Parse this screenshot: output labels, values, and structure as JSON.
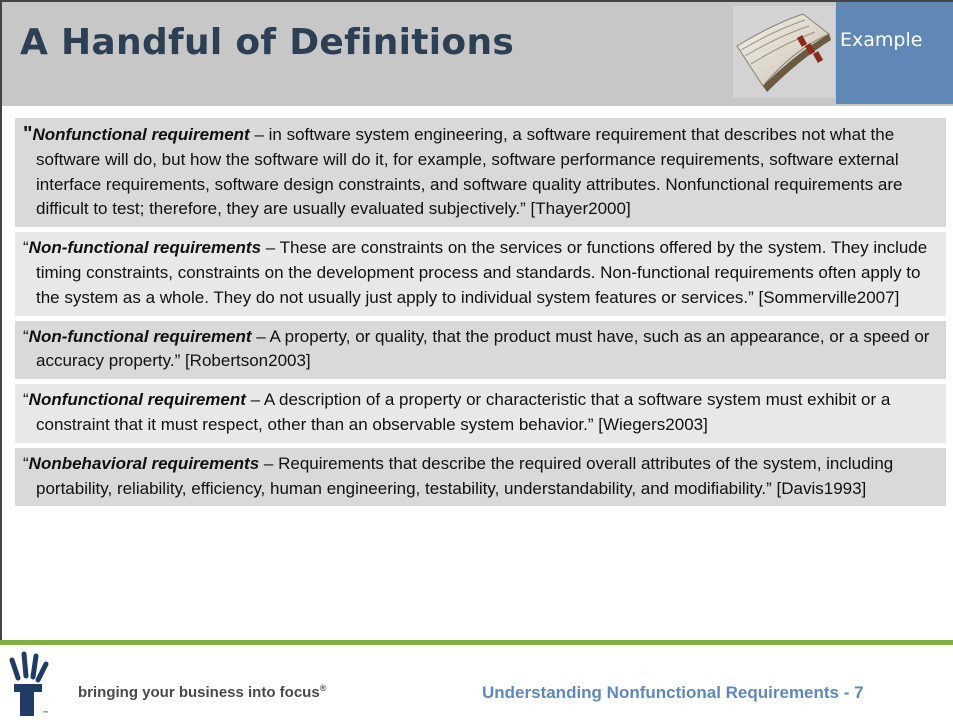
{
  "slide": {
    "title": "A Handful of Definitions",
    "tab_label": "Example"
  },
  "definitions": [
    {
      "open_quote": "\"",
      "term": "Nonfunctional requirement",
      "text": " – in software system engineering, a software requirement that describes not what the software will do, but how the software will do it, for example, software performance requirements, software external interface requirements, software design constraints, and software quality attributes.  Nonfunctional requirements are difficult to test; therefore, they are usually evaluated subjectively.”  [Thayer2000]"
    },
    {
      "open_quote": "“",
      "term": "Non-functional requirements",
      "text": " – These are constraints on the services or functions offered by the system.  They include timing constraints, constraints on the development process and standards.  Non-functional requirements often apply to the system as a whole.  They do not usually just apply to individual system features or services.” [Sommerville2007]"
    },
    {
      "open_quote": "“",
      "term": "Non-functional requirement",
      "text": " – A property, or quality, that the product must have, such as an appearance, or a speed or accuracy property.” [Robertson2003]"
    },
    {
      "open_quote": "“",
      "term": "Nonfunctional requirement",
      "text": " – A description of a property or characteristic that a software system must exhibit or a constraint that it must respect, other than an observable system behavior.” [Wiegers2003]"
    },
    {
      "open_quote": "“",
      "term": "Nonbehavioral requirements",
      "text": " – Requirements that describe the required overall attributes of the system, including portability, reliability, efficiency, human engineering, testability, understandability, and modifiability.” [Davis1993]"
    }
  ],
  "footer": {
    "tagline": "bringing your business into focus",
    "registered_mark": "®",
    "logo_tm": "™",
    "slide_title": "Understanding Nonfunctional Requirements  -  7"
  },
  "colors": {
    "title": "#2c3f53",
    "tab": "#5f88b6",
    "accent_green": "#7fb143",
    "header_bg": "#c7c7c7"
  },
  "icons": [
    "book-icon",
    "company-logo-hand"
  ]
}
